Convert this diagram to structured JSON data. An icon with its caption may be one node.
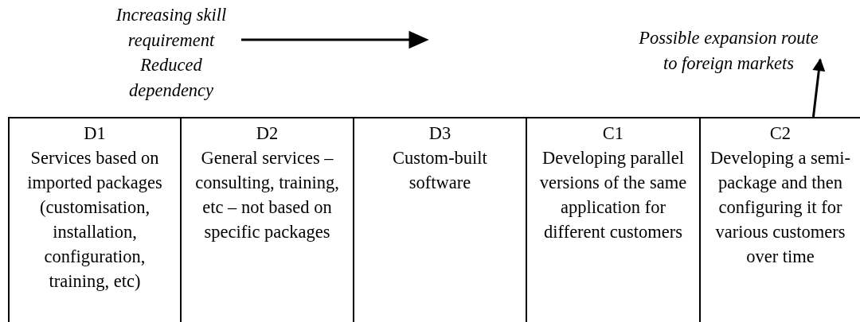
{
  "diagram": {
    "nodes": [
      {
        "text": [
          "D1",
          "Services based on imported packages (customisation, installation, configuration, training, etc)"
        ]
      },
      {
        "text": [
          "D2",
          "General services – consulting, training, etc – not based on specific packages"
        ]
      },
      {
        "text": [
          "D3",
          "Custom-built software"
        ]
      },
      {
        "text": [
          "C1",
          "Developing parallel versions of the same application for different customers"
        ]
      },
      {
        "text": [
          "C2",
          "Developing a semi-package and then configuring it for various customers over time"
        ]
      },
      {
        "text": [
          "Possible expansion route to foreign markets"
        ]
      }
    ],
    "edges": [
      {
        "from": 4,
        "to": 5,
        "arrow": "to"
      }
    ],
    "labels": [
      "Increasing skill requirement",
      "Reduced dependency"
    ]
  }
}
